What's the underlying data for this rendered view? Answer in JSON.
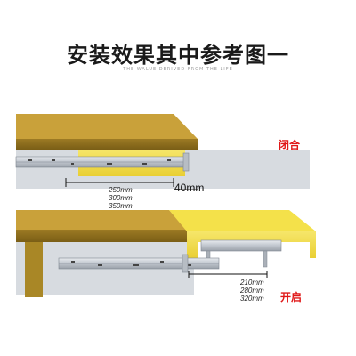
{
  "header": {
    "title": "安装效果其中参考图一",
    "subtitle": "THE WALUE DERIVED FROM THE LIFE"
  },
  "closed": {
    "state_label": "闭合",
    "extension_label": "40mm",
    "lengths": [
      "250mm",
      "300mm",
      "350mm"
    ]
  },
  "open": {
    "state_label": "开启",
    "lengths": [
      "210mm",
      "280mm",
      "320mm"
    ]
  },
  "colors": {
    "wood_top": "#c9a13a",
    "wood_edge": "#8a6c1c",
    "board_yellow": "#f4e14a",
    "board_yellow_edge": "#e0c52a",
    "rail_metal": "#c9ced6",
    "state_red": "#e01818"
  }
}
